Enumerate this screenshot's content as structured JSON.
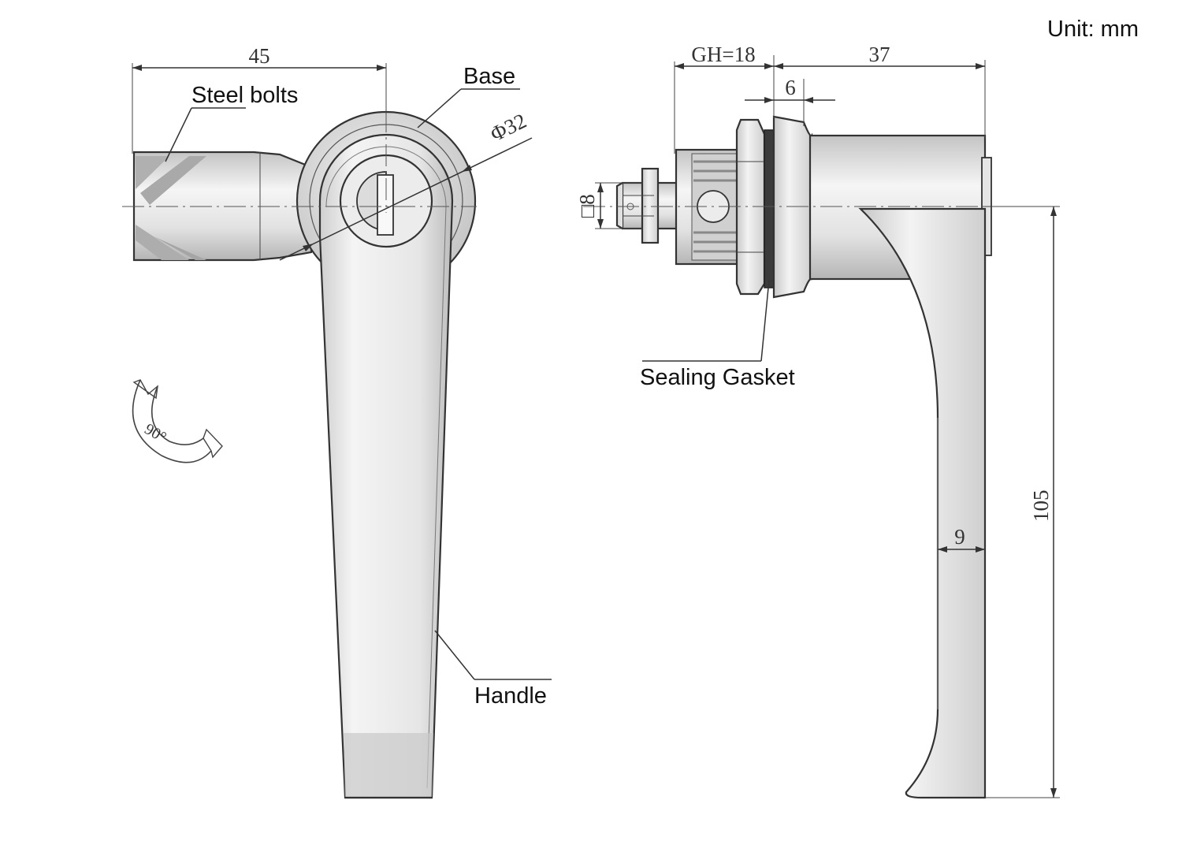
{
  "unit_label": "Unit: mm",
  "labels": {
    "steel_bolts": "Steel bolts",
    "base": "Base",
    "handle": "Handle",
    "sealing_gasket": "Sealing Gasket"
  },
  "dimensions": {
    "width_45": "45",
    "diameter": "Φ32",
    "gh": "GH=18",
    "depth_37": "37",
    "gasket_6": "6",
    "square_8": "□8",
    "length_105": "105",
    "thickness_9": "9",
    "rotation": "90°"
  },
  "colors": {
    "metal_light": "#f0f0f0",
    "metal_mid": "#dedede",
    "metal_dark": "#b8b8b8",
    "line": "#333333"
  }
}
